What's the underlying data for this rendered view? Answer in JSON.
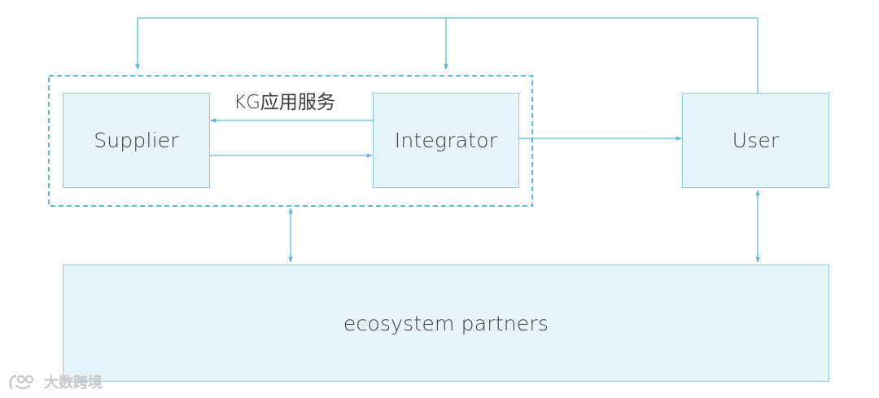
{
  "nodes": {
    "supplier": "Supplier",
    "integrator": "Integrator",
    "user": "User",
    "ecosystem": "ecosystem partners"
  },
  "edge_label": "KG应用服务",
  "watermark": "大数跨境",
  "colors": {
    "box_fill": "#e6f3fb",
    "box_border": "#8fcde8",
    "line": "#5bbde0",
    "text": "#3d3d3d",
    "watermark": "#c8c8c8"
  },
  "edges": [
    {
      "from": "integrator",
      "to": "supplier",
      "label": "KG应用服务"
    },
    {
      "from": "supplier",
      "to": "integrator"
    },
    {
      "from": "integrator",
      "to": "user"
    },
    {
      "from": "user",
      "to": "supplier"
    },
    {
      "from": "user",
      "to": "integrator"
    },
    {
      "from": "supplier-integrator-group",
      "to": "ecosystem",
      "bidirectional": true
    },
    {
      "from": "user",
      "to": "ecosystem",
      "bidirectional": true
    }
  ]
}
